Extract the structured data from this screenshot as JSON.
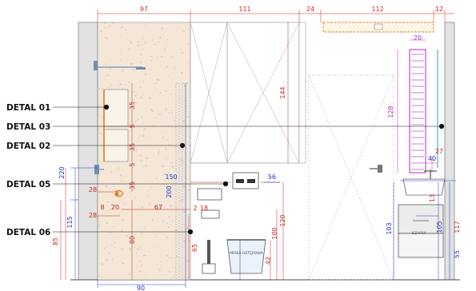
{
  "details": [
    {
      "label": "DETAL 01"
    },
    {
      "label": "DETAL 03"
    },
    {
      "label": "DETAL 02"
    },
    {
      "label": "DETAL 05"
    },
    {
      "label": "DETAL 06"
    }
  ],
  "dims_top": [
    "97",
    "111",
    "24",
    "112",
    "12"
  ],
  "dims_shower": [
    "35",
    "5",
    "35",
    "5",
    "35"
  ],
  "dims_left": [
    "220",
    "115",
    "85"
  ],
  "dims_niche": [
    "28",
    "28",
    "8",
    "20"
  ],
  "dims_wc": [
    "150",
    "56",
    "200",
    "67",
    "2",
    "18",
    "144",
    "120",
    "100",
    "42",
    "80",
    "65"
  ],
  "dims_bottom": [
    "90"
  ],
  "dims_right": [
    "20",
    "128",
    "27",
    "40",
    "13",
    "103",
    "105",
    "117",
    "55"
  ],
  "fixture_labels": {
    "toilet": "MISKA USTĘPOWA",
    "sink": "SZAFKA"
  },
  "colors": {
    "dimension_red": "#c8281e",
    "dimension_blue": "#2233cc",
    "dimension_magenta": "#c020c0",
    "tile": "#f4e7d8",
    "tile_speckle": "#cfc2b2",
    "wall": "#d8d8d8",
    "outline": "#555555"
  },
  "icons": [
    "shower-head-icon",
    "towel-radiator-icon",
    "toilet-icon",
    "sink-cabinet-icon",
    "flush-plate-icon",
    "toilet-brush-icon"
  ]
}
